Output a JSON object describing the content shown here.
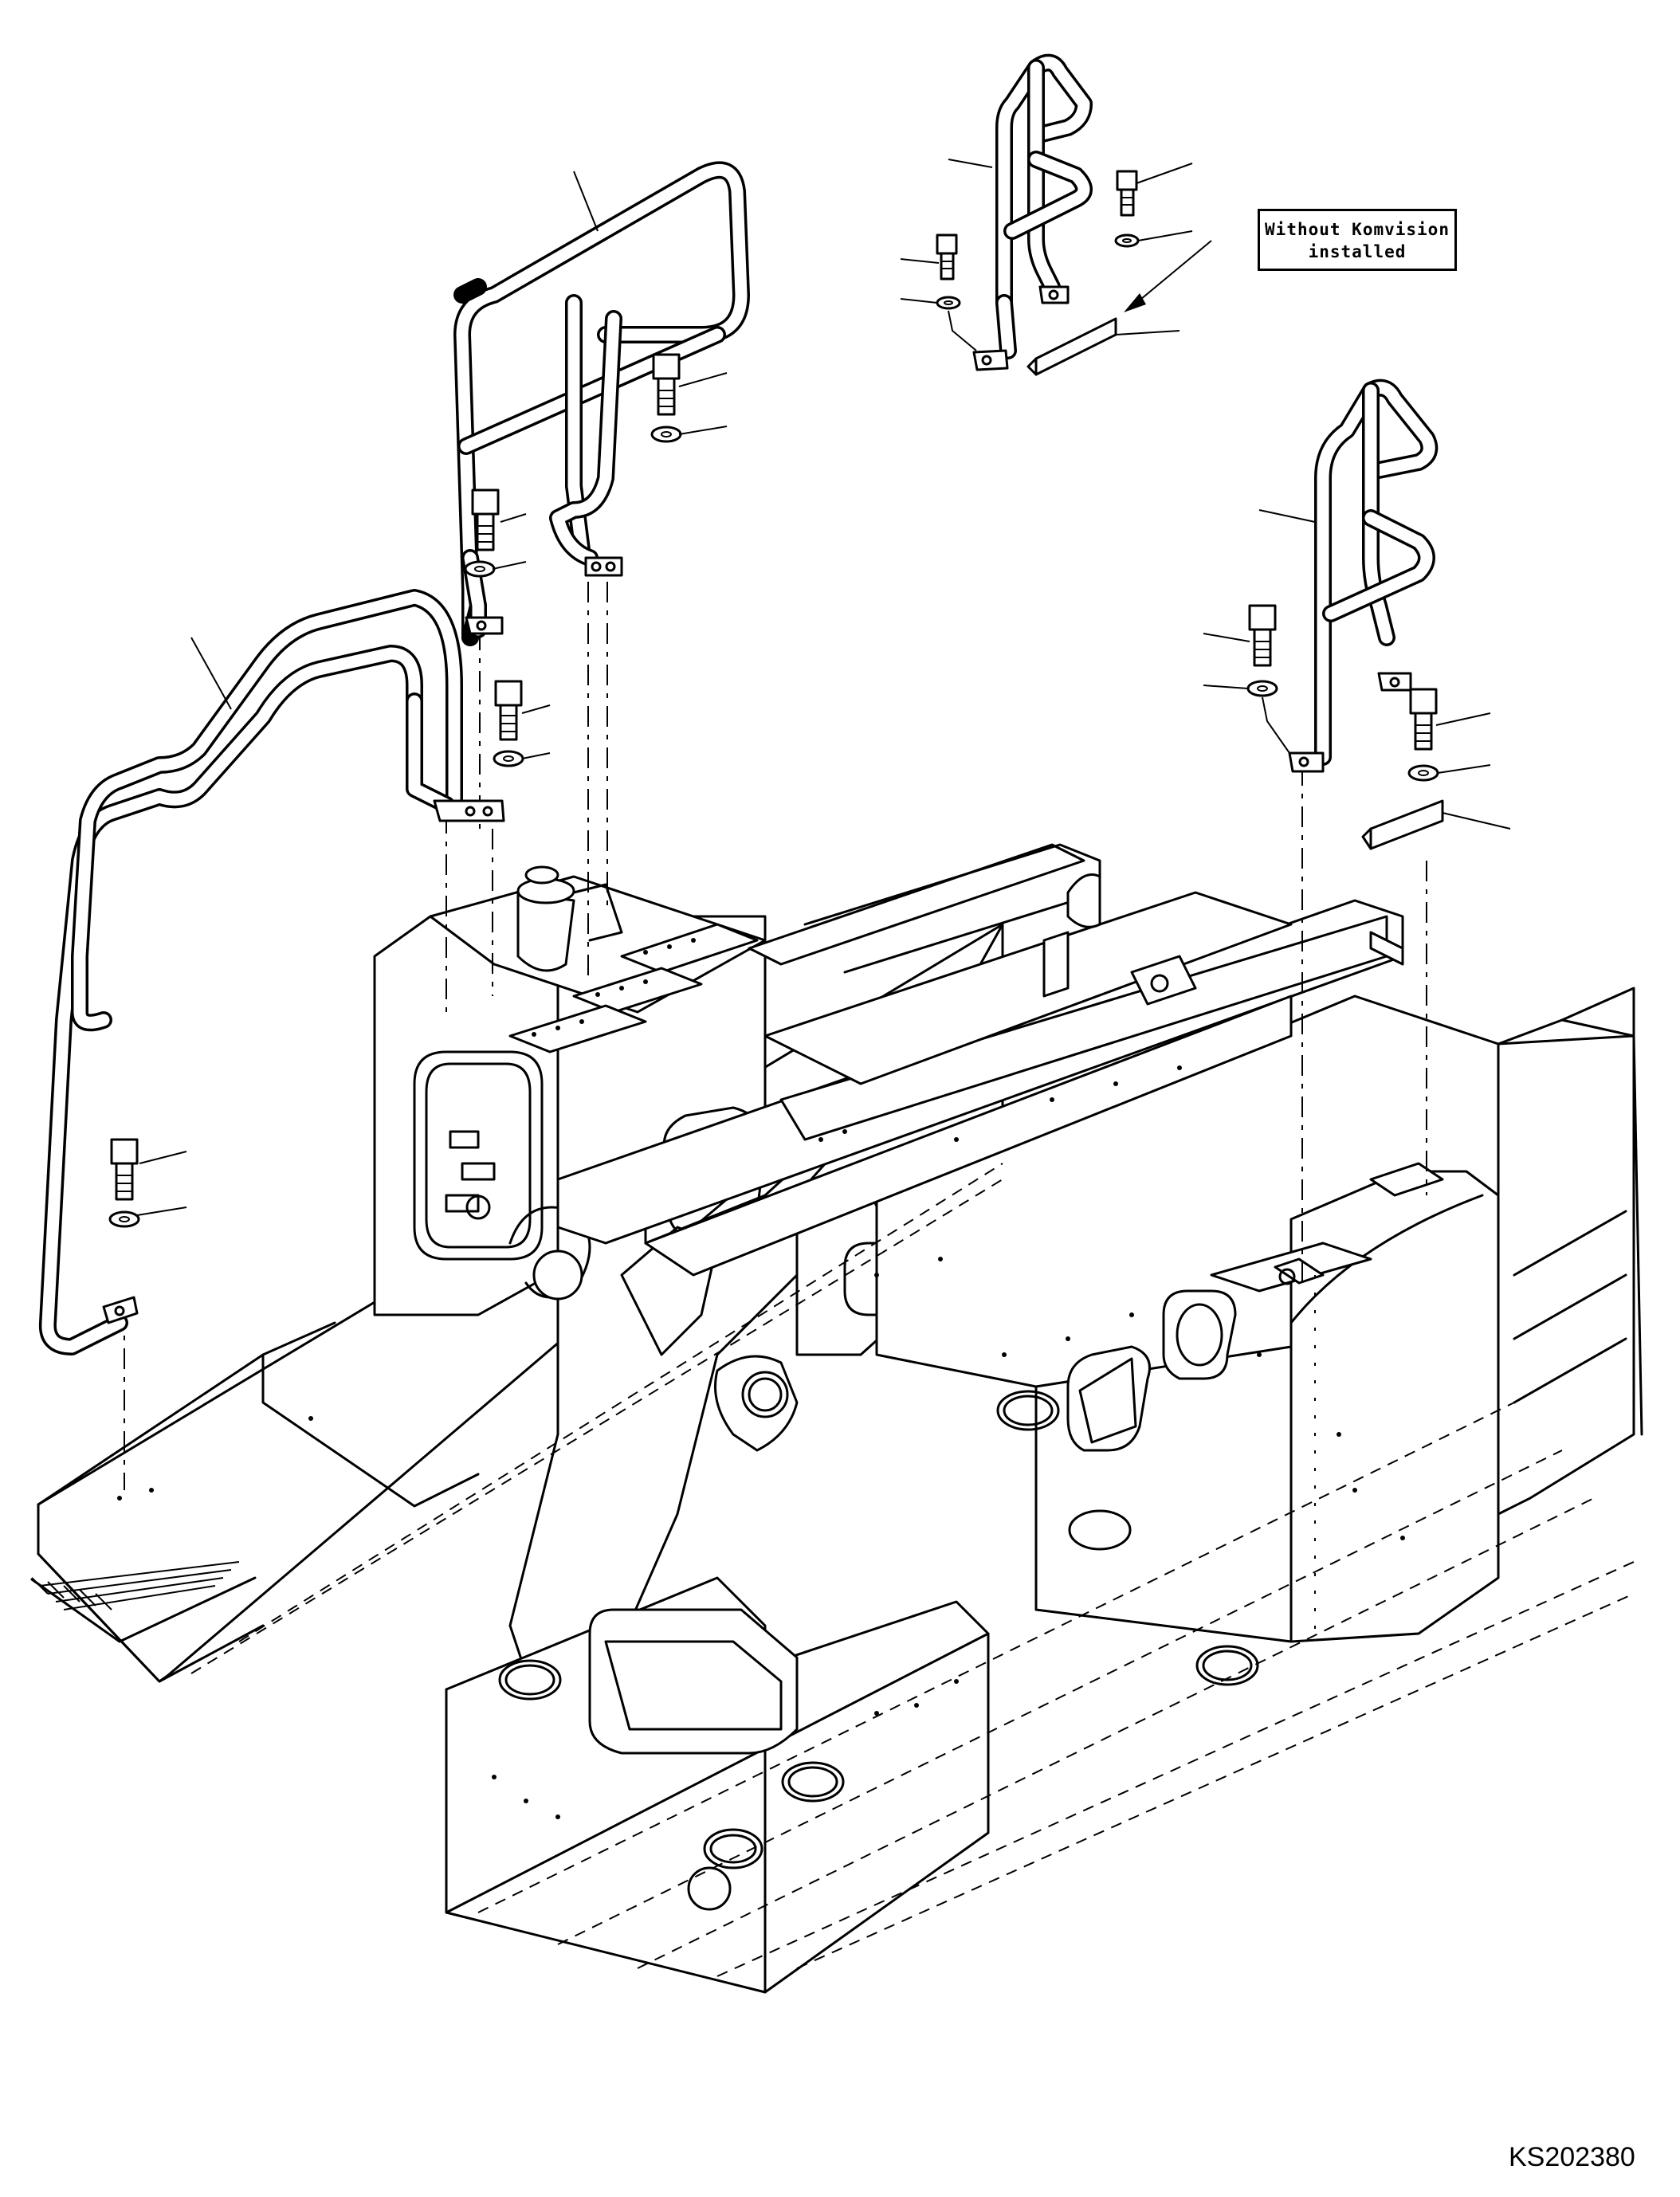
{
  "callout": {
    "line1": "Without Komvision",
    "line2": "installed"
  },
  "figure_id": "KS202380",
  "icons": [
    "handrail",
    "step-handrail",
    "bolt",
    "washer",
    "plate",
    "revolving-frame",
    "counterweight-frame"
  ]
}
